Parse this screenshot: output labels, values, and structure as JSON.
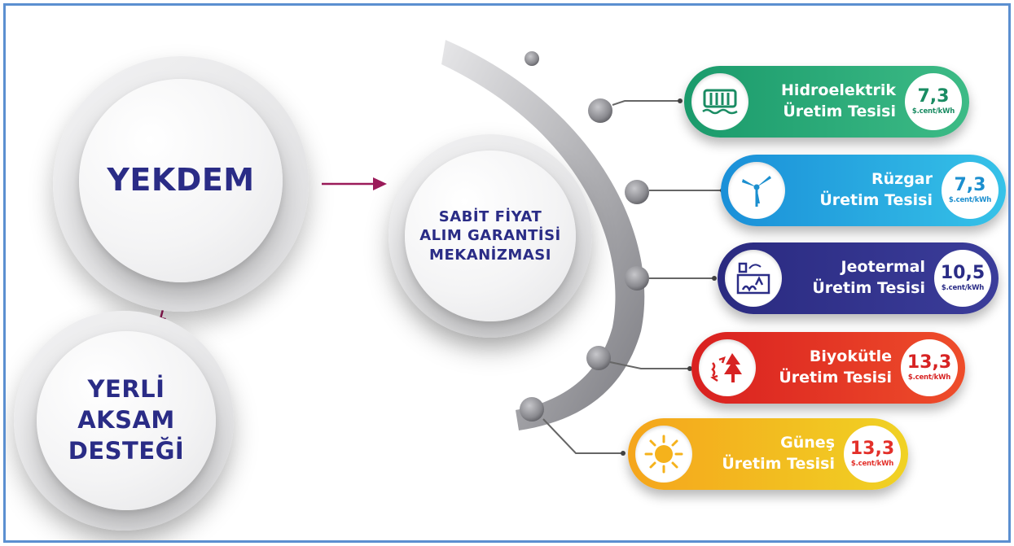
{
  "nodes": {
    "yekdem": "YEKDEM",
    "yerli": [
      "YERLİ",
      "AKSAM",
      "DESTEĞİ"
    ],
    "sabit": [
      "SABİT FİYAT",
      "ALIM GARANTİSİ",
      "MEKANİZMASI"
    ]
  },
  "unit": "$.cent/kWh",
  "facilities": [
    {
      "line1": "Hidroelektrik",
      "line2": "Üretim Tesisi",
      "value": "7,3",
      "icon": "hydro-dam-icon",
      "color_from": "#1a9a6b",
      "color_to": "#3dbb86",
      "value_color": "#1a8c63"
    },
    {
      "line1": "Rüzgar",
      "line2": "Üretim Tesisi",
      "value": "7,3",
      "icon": "wind-turbine-icon",
      "color_from": "#1a8fd8",
      "color_to": "#36c2e8",
      "value_color": "#1b8fcf"
    },
    {
      "line1": "Jeotermal",
      "line2": "Üretim Tesisi",
      "value": "10,5",
      "icon": "geothermal-plant-icon",
      "color_from": "#2a2a80",
      "color_to": "#3b3d9a",
      "value_color": "#2a2c86"
    },
    {
      "line1": "Biyokütle",
      "line2": "Üretim Tesisi",
      "value": "13,3",
      "icon": "biomass-tree-icon",
      "color_from": "#d92020",
      "color_to": "#ee4d2a",
      "value_color": "#d72323"
    },
    {
      "line1": "Güneş",
      "line2": "Üretim Tesisi",
      "value": "13,3",
      "icon": "sun-icon",
      "color_from": "#f5a51c",
      "color_to": "#f0d224",
      "value_color": "#e3302a"
    }
  ]
}
